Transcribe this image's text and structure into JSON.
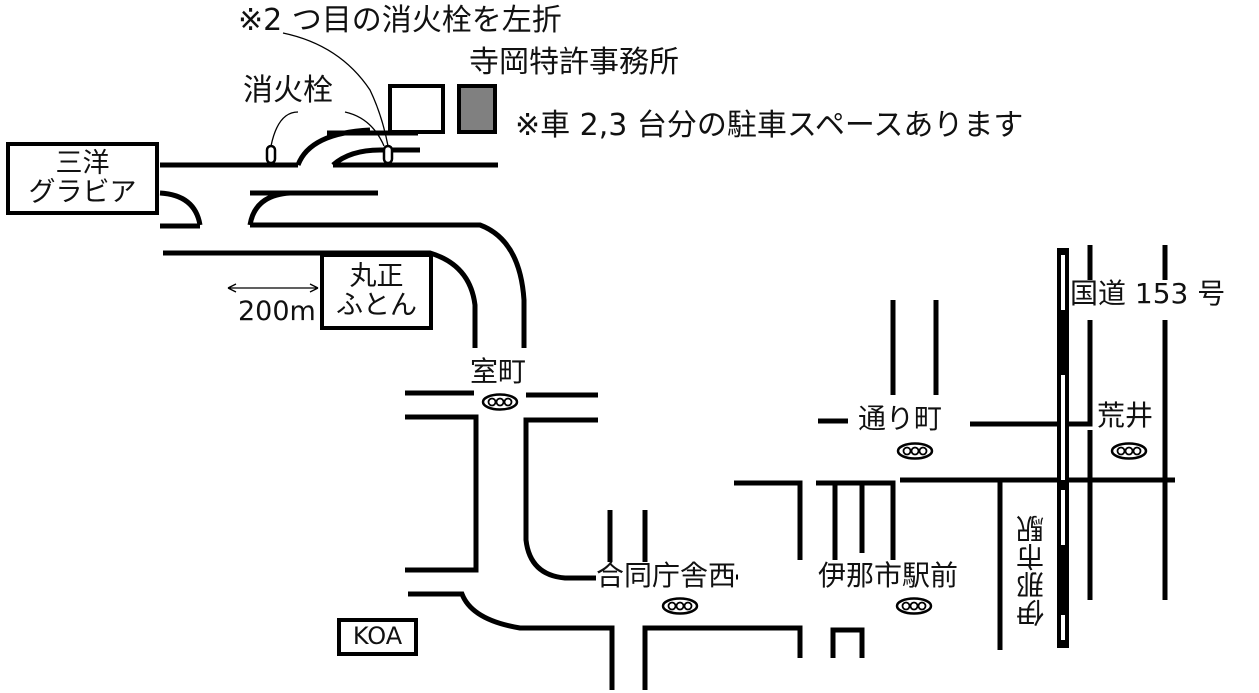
{
  "notes": {
    "turn_note": "※2 つ目の消火栓を左折",
    "office_name": "寺岡特許事務所",
    "parking_note": "※車 2,3 台分の駐車スペースあります",
    "hydrant_label": "消火栓"
  },
  "landmarks": {
    "sanyo_line1": "三洋",
    "sanyo_line2": "グラビア",
    "marusho_line1": "丸正",
    "marusho_line2": "ふとん",
    "koa": "KOA",
    "distance": "200m"
  },
  "intersections": {
    "muromachi": "室町",
    "goudou": "合同庁舎西",
    "ekimae": "伊那市駅前",
    "toorimachi": "通り町",
    "arai": "荒井"
  },
  "roads": {
    "route153": "国道 153 号"
  },
  "stations": {
    "inashi": "伊那市駅"
  },
  "colors": {
    "ink": "#000000",
    "office_fill": "#808080",
    "background": "#ffffff"
  },
  "icons": {
    "signal": "traffic-signal-icon",
    "hydrant": "fire-hydrant-icon",
    "arrow": "double-arrow-icon"
  }
}
